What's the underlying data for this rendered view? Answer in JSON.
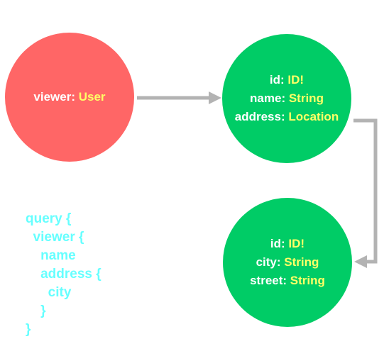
{
  "nodes": {
    "viewer": {
      "fields": [
        {
          "name": "viewer:",
          "type": "User"
        }
      ]
    },
    "user": {
      "fields": [
        {
          "name": "id:",
          "type": "ID!"
        },
        {
          "name": "name:",
          "type": "String"
        },
        {
          "name": "address:",
          "type": "Location"
        }
      ]
    },
    "location": {
      "fields": [
        {
          "name": "id:",
          "type": "ID!"
        },
        {
          "name": "city:",
          "type": "String"
        },
        {
          "name": "street:",
          "type": "String"
        }
      ]
    }
  },
  "query": {
    "lines": [
      "query {",
      "  viewer {",
      "    name",
      "    address {",
      "      city",
      "    }",
      "}"
    ]
  },
  "colors": {
    "viewer_node": "#ff6666",
    "type_node": "#00cc66",
    "field_text": "#ffffff",
    "type_text": "#ffff66",
    "query_text": "#66ffff",
    "arrow": "#b3b3b3"
  }
}
